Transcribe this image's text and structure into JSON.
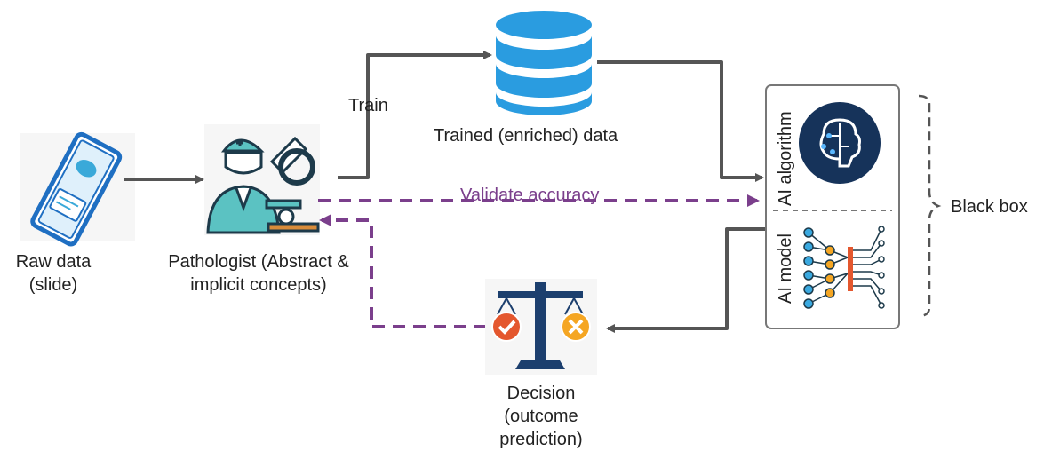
{
  "labels": {
    "raw_data": "Raw data",
    "raw_data_sub": "(slide)",
    "pathologist": "Pathologist (Abstract &",
    "pathologist_sub": "implicit concepts)",
    "train": "Train",
    "trained_data": "Trained (enriched) data",
    "validate": "Validate accuracy",
    "ai_algorithm": "AI algorithm",
    "ai_model": "AI model",
    "black_box": "Black box",
    "decision": "Decision",
    "decision_sub1": "(outcome",
    "decision_sub2": "prediction)"
  },
  "colors": {
    "arrow_gray": "#555555",
    "validate_purple": "#7b3f8c",
    "icon_blue": "#1f8fd6",
    "brain_navy": "#16335a",
    "check_red": "#e4572e",
    "cross_orange": "#f5a623",
    "scale_navy": "#1c3f6e"
  },
  "icons": [
    "slide-icon",
    "pathologist-icon",
    "database-icon",
    "brain-icon",
    "neural-network-icon",
    "balance-scale-icon"
  ]
}
